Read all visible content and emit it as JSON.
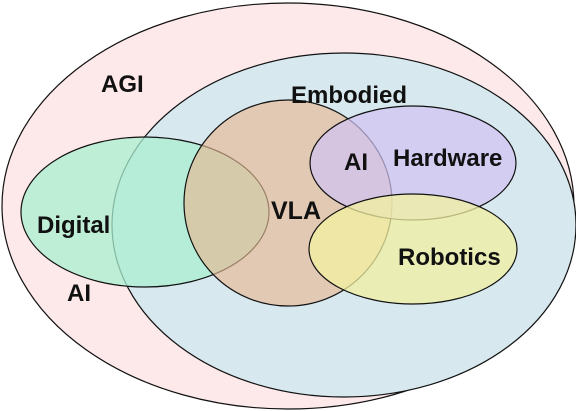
{
  "labels": {
    "agi": "AGI",
    "embodied": "Embodied",
    "digital": "Digital",
    "digital_ai": "AI",
    "vla": "VLA",
    "ai": "AI",
    "hardware": "Hardware",
    "robotics": "Robotics"
  },
  "colors": {
    "agi": "#fde9ea",
    "embodied": "#d7e8ef",
    "digital": "#a9efd0",
    "vla": "#e7c0a0",
    "ai_hardware": "#d7caf0",
    "robotics": "#eef0a6",
    "stroke": "#111111"
  }
}
